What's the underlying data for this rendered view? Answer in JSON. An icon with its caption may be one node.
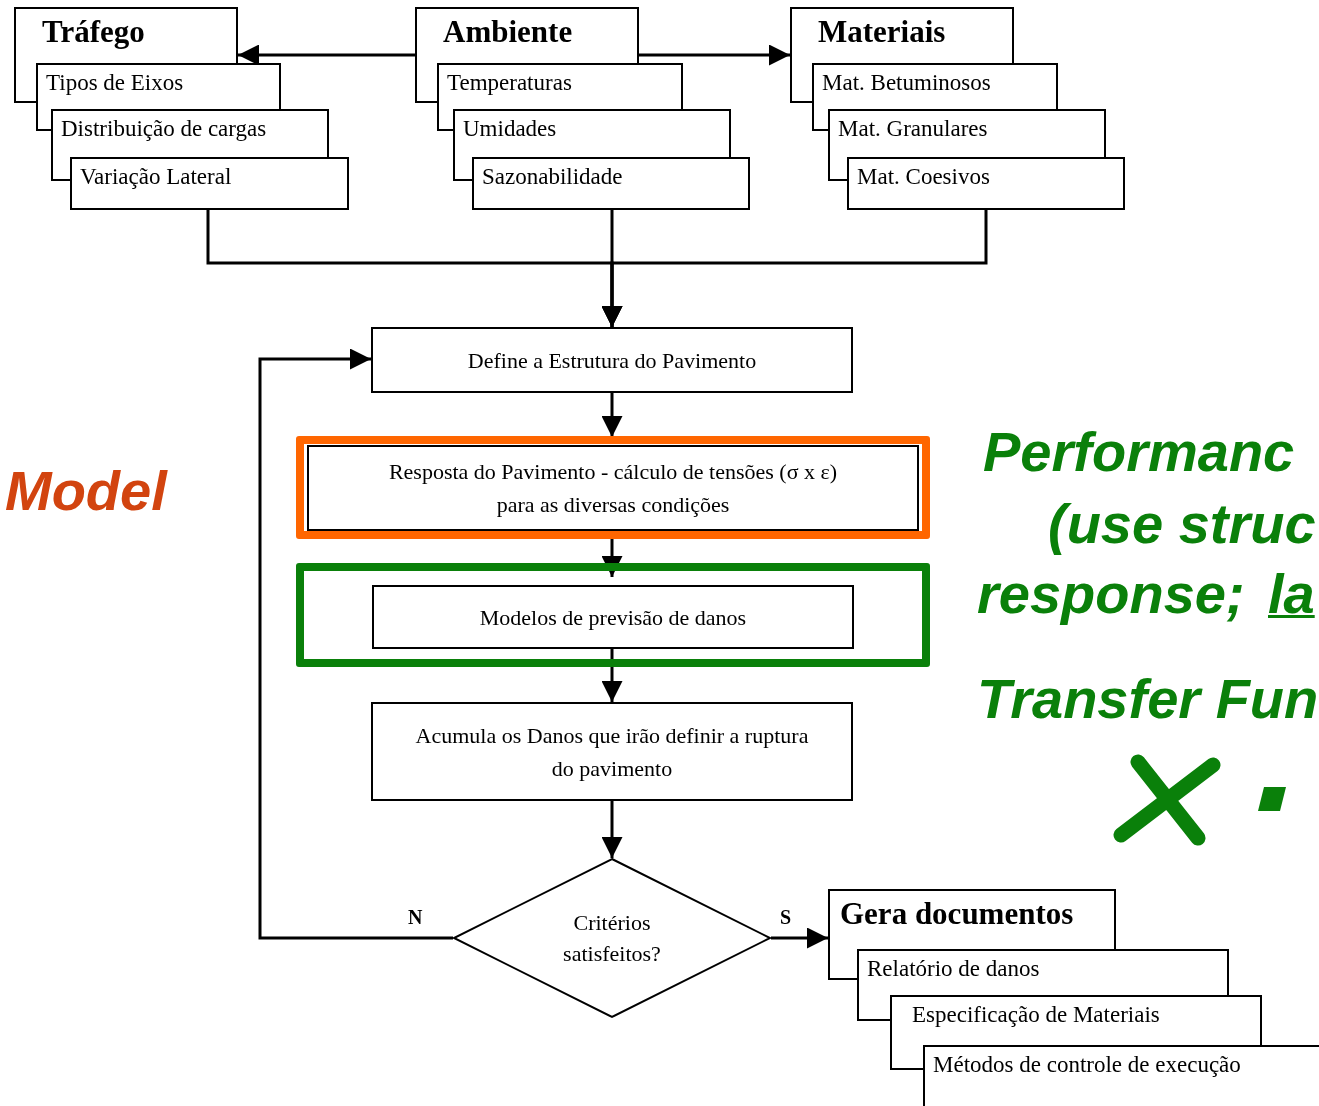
{
  "diagram": {
    "nodes": [
      {
        "text": [
          "Tráfego"
        ]
      },
      {
        "text": [
          "Tipos de Eixos"
        ]
      },
      {
        "text": [
          "Distribuição de cargas"
        ]
      },
      {
        "text": [
          "Variação Lateral"
        ]
      },
      {
        "text": [
          "Ambiente"
        ]
      },
      {
        "text": [
          "Temperaturas"
        ]
      },
      {
        "text": [
          "Umidades"
        ]
      },
      {
        "text": [
          "Sazonabilidade"
        ]
      },
      {
        "text": [
          "Materiais"
        ]
      },
      {
        "text": [
          "Mat. Betuminosos"
        ]
      },
      {
        "text": [
          "Mat. Granulares"
        ]
      },
      {
        "text": [
          "Mat. Coesivos"
        ]
      },
      {
        "text": [
          "Define a Estrutura do Pavimento"
        ]
      },
      {
        "text": [],
        "shape": "box"
      },
      {
        "text": [
          "Resposta do Pavimento - cálculo de tensões (σ x ε) para as diversas condições"
        ],
        "in": 13
      },
      {
        "text": [],
        "shape": "box"
      },
      {
        "text": [
          "Modelos de previsão de danos"
        ],
        "in": 15
      },
      {
        "text": [
          "Acumula os Danos que irão definir a ruptura do pavimento"
        ]
      },
      {
        "text": [
          "Critérios satisfeitos?"
        ]
      },
      {
        "text": [
          "Gera documentos"
        ]
      },
      {
        "text": [
          "Relatório de danos"
        ]
      },
      {
        "text": [
          "Especificação de Materiais"
        ]
      },
      {
        "text": [
          "Métodos de controle de execução"
        ]
      }
    ],
    "edges": [
      {
        "from": 4,
        "to": 0,
        "arrow": "to"
      },
      {
        "from": 4,
        "to": 8,
        "arrow": "to"
      },
      {
        "from": 3,
        "to": 12,
        "arrow": "to"
      },
      {
        "from": 7,
        "to": 12,
        "arrow": "to"
      },
      {
        "from": 11,
        "to": 12,
        "arrow": "to"
      },
      {
        "from": 12,
        "to": 14,
        "arrow": "to"
      },
      {
        "from": 14,
        "to": 16,
        "arrow": "to"
      },
      {
        "from": 16,
        "to": 17,
        "arrow": "to"
      },
      {
        "from": 17,
        "to": 18,
        "arrow": "to"
      },
      {
        "from": 18,
        "to": 12,
        "arrow": "to",
        "label": "N"
      },
      {
        "from": 18,
        "to": 19,
        "arrow": "to",
        "label": "S"
      }
    ],
    "labels": [
      "Model",
      "Performanc",
      "(use struc",
      "response;",
      "la",
      "Transfer Fun"
    ]
  }
}
